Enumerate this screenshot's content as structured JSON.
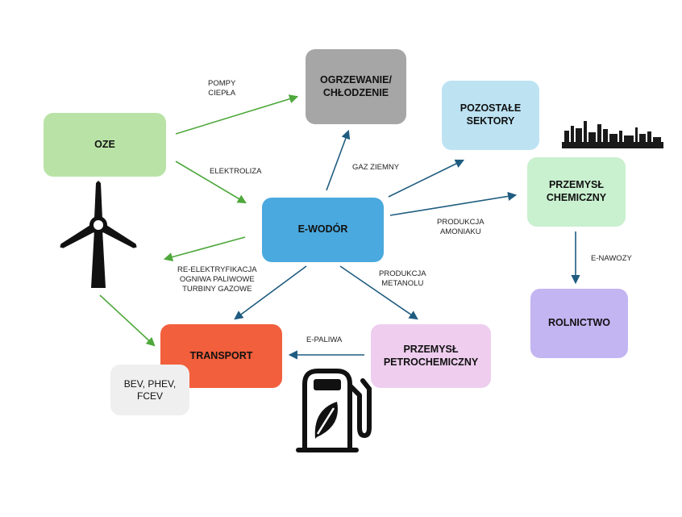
{
  "colors": {
    "oze": "#b9e3a6",
    "ogrzewanie": "#a6a6a6",
    "pozostale": "#bde3f3",
    "chemiczny": "#c9f0cf",
    "ewodor": "#4aa9de",
    "rolnictwo": "#c3b4f2",
    "petrochemiczny": "#eecdee",
    "transport": "#f25f3c",
    "bev": "#efefef",
    "arrow_green": "#4ea83c",
    "arrow_blue": "#1f5c80"
  },
  "nodes": {
    "oze": "OZE",
    "ogrzewanie": [
      "OGRZEWANIE/",
      "CHŁODZENIE"
    ],
    "pozostale": [
      "POZOSTAŁE",
      "SEKTORY"
    ],
    "chemiczny": [
      "PRZEMYSŁ",
      "CHEMICZNY"
    ],
    "ewodor": "E-WODÓR",
    "rolnictwo": "ROLNICTWO",
    "petrochemiczny": [
      "PRZEMYSŁ",
      "PETROCHEMICZNY"
    ],
    "transport": "TRANSPORT",
    "bev": [
      "BEV, PHEV,",
      "FCEV"
    ]
  },
  "labels": {
    "pompy": [
      "POMPY",
      "CIEPŁA"
    ],
    "elektroliza": "ELEKTROLIZA",
    "gaz": "GAZ ZIEMNY",
    "amoniak": [
      "PRODUKCJA",
      "AMONIAKU"
    ],
    "enawozy": "E-NAWOZY",
    "reelektr": [
      "RE-ELEKTRYFIKACJA",
      "OGNIWA PALIWOWE",
      "TURBINY GAZOWE"
    ],
    "metanol": [
      "PRODUKCJA",
      "METANOLU"
    ],
    "epaliwa": "E-PALIWA"
  },
  "icons": {
    "wind": "wind-turbine-icon",
    "factory": "factory-skyline-icon",
    "fuel": "fuel-pump-leaf-icon"
  }
}
